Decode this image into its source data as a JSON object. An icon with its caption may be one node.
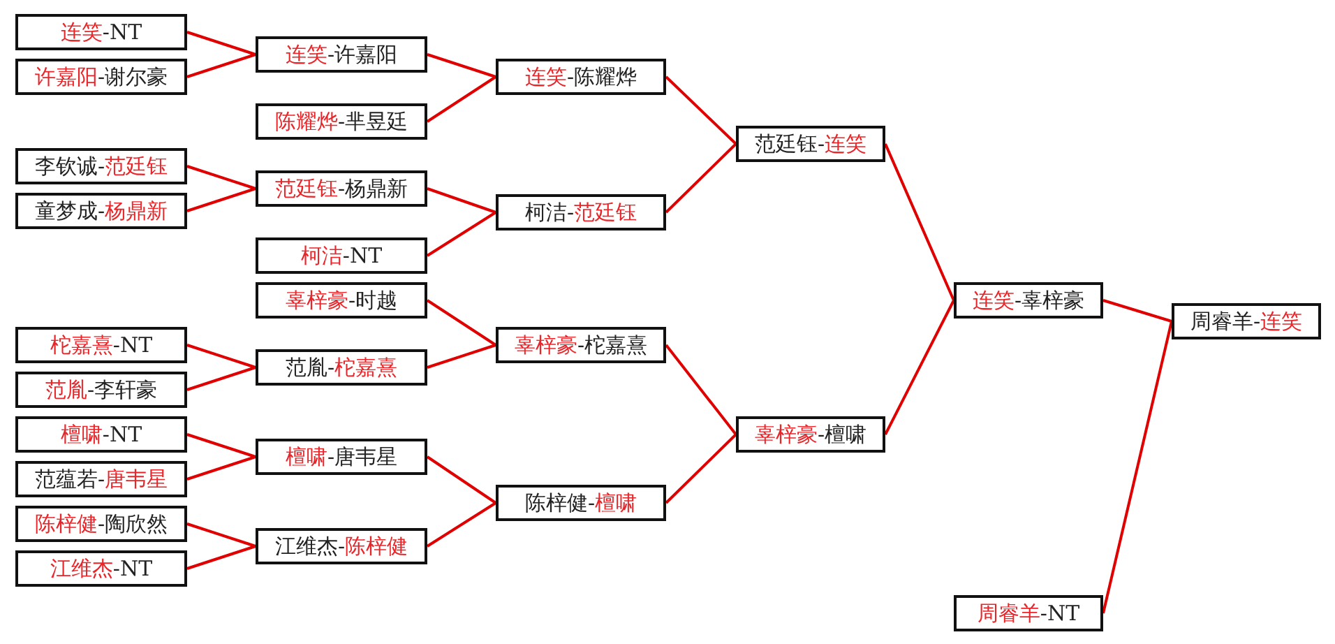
{
  "diagram": {
    "nodes": [
      {
        "text": [
          "**连笑**-NT"
        ]
      },
      {
        "text": [
          "**许嘉阳**-谢尔豪"
        ]
      },
      {
        "text": [
          "李钦诚-**范廷钰**"
        ]
      },
      {
        "text": [
          "童梦成-**杨鼎新**"
        ]
      },
      {
        "text": [
          "**柁嘉熹**-NT"
        ]
      },
      {
        "text": [
          "**范胤**-李轩豪"
        ]
      },
      {
        "text": [
          "**檀啸**-NT"
        ]
      },
      {
        "text": [
          "范蕴若-**唐韦星**"
        ]
      },
      {
        "text": [
          "**陈梓健**-陶欣然"
        ]
      },
      {
        "text": [
          "**江维杰**-NT"
        ]
      },
      {
        "text": [
          "**连笑**-许嘉阳"
        ]
      },
      {
        "text": [
          "**陈耀烨**-芈昱廷"
        ]
      },
      {
        "text": [
          "**范廷钰**-杨鼎新"
        ]
      },
      {
        "text": [
          "**柯洁**-NT"
        ]
      },
      {
        "text": [
          "**辜梓豪**-时越"
        ]
      },
      {
        "text": [
          "范胤-**柁嘉熹**"
        ]
      },
      {
        "text": [
          "**檀啸**-唐韦星"
        ]
      },
      {
        "text": [
          "江维杰-**陈梓健**"
        ]
      },
      {
        "text": [
          "**连笑**-陈耀烨"
        ]
      },
      {
        "text": [
          "柯洁-**范廷钰**"
        ]
      },
      {
        "text": [
          "**辜梓豪**-柁嘉熹"
        ]
      },
      {
        "text": [
          "陈梓健-**檀啸**"
        ]
      },
      {
        "text": [
          "范廷钰-**连笑**"
        ]
      },
      {
        "text": [
          "**辜梓豪**-檀啸"
        ]
      },
      {
        "text": [
          "**连笑**-辜梓豪"
        ]
      },
      {
        "text": [
          "**周睿羊**-NT"
        ]
      },
      {
        "text": [
          "周睿羊-**连笑**"
        ]
      }
    ],
    "edges": [
      {
        "from": 0,
        "to": 10,
        "arrow": "none"
      },
      {
        "from": 1,
        "to": 10,
        "arrow": "none"
      },
      {
        "from": 2,
        "to": 12,
        "arrow": "none"
      },
      {
        "from": 3,
        "to": 12,
        "arrow": "none"
      },
      {
        "from": 4,
        "to": 15,
        "arrow": "none"
      },
      {
        "from": 5,
        "to": 15,
        "arrow": "none"
      },
      {
        "from": 6,
        "to": 16,
        "arrow": "none"
      },
      {
        "from": 7,
        "to": 16,
        "arrow": "none"
      },
      {
        "from": 8,
        "to": 17,
        "arrow": "none"
      },
      {
        "from": 9,
        "to": 17,
        "arrow": "none"
      },
      {
        "from": 10,
        "to": 18,
        "arrow": "none"
      },
      {
        "from": 11,
        "to": 18,
        "arrow": "none"
      },
      {
        "from": 12,
        "to": 19,
        "arrow": "none"
      },
      {
        "from": 13,
        "to": 19,
        "arrow": "none"
      },
      {
        "from": 14,
        "to": 20,
        "arrow": "none"
      },
      {
        "from": 15,
        "to": 20,
        "arrow": "none"
      },
      {
        "from": 16,
        "to": 21,
        "arrow": "none"
      },
      {
        "from": 17,
        "to": 21,
        "arrow": "none"
      },
      {
        "from": 18,
        "to": 22,
        "arrow": "none"
      },
      {
        "from": 19,
        "to": 22,
        "arrow": "none"
      },
      {
        "from": 20,
        "to": 23,
        "arrow": "none"
      },
      {
        "from": 21,
        "to": 23,
        "arrow": "none"
      },
      {
        "from": 22,
        "to": 24,
        "arrow": "none"
      },
      {
        "from": 23,
        "to": 24,
        "arrow": "none"
      },
      {
        "from": 24,
        "to": 26,
        "arrow": "none"
      },
      {
        "from": 25,
        "to": 26,
        "arrow": "none"
      }
    ]
  }
}
